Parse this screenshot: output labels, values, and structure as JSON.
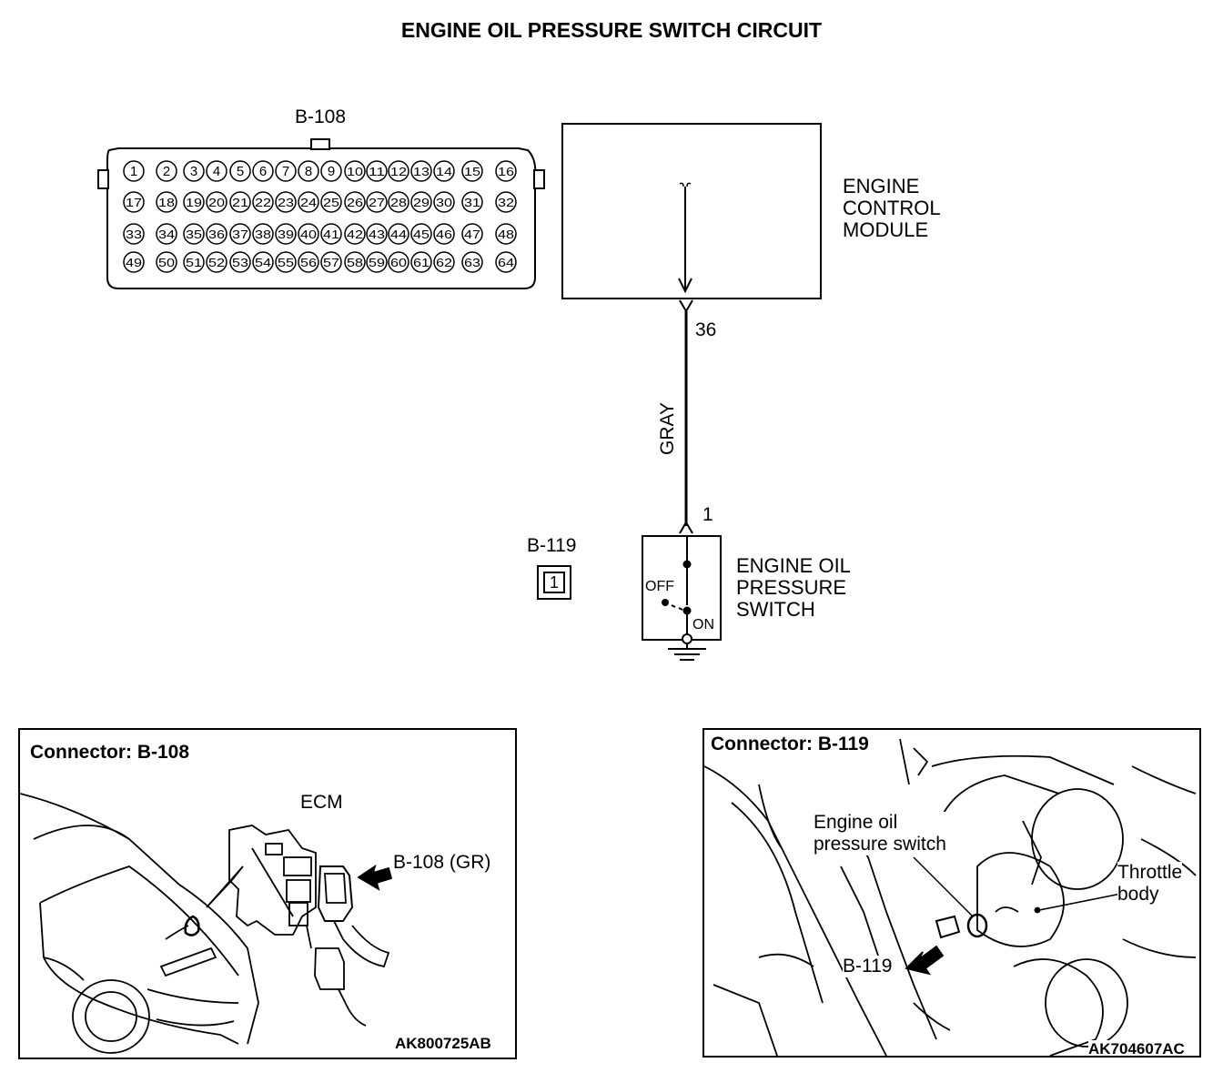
{
  "title": "ENGINE OIL PRESSURE SWITCH CIRCUIT",
  "connector_b108": {
    "label": "B-108",
    "pins": [
      "1",
      "2",
      "3",
      "4",
      "5",
      "6",
      "7",
      "8",
      "9",
      "10",
      "11",
      "12",
      "13",
      "14",
      "15",
      "16",
      "17",
      "18",
      "19",
      "20",
      "21",
      "22",
      "23",
      "24",
      "25",
      "26",
      "27",
      "28",
      "29",
      "30",
      "31",
      "32",
      "33",
      "34",
      "35",
      "36",
      "37",
      "38",
      "39",
      "40",
      "41",
      "42",
      "43",
      "44",
      "45",
      "46",
      "47",
      "48",
      "49",
      "50",
      "51",
      "52",
      "53",
      "54",
      "55",
      "56",
      "57",
      "58",
      "59",
      "60",
      "61",
      "62",
      "63",
      "64"
    ]
  },
  "ecm": {
    "line1": "ENGINE",
    "line2": "CONTROL",
    "line3": "MODULE",
    "terminal": "36"
  },
  "wire": {
    "color_label": "GRAY"
  },
  "connector_b119": {
    "label": "B-119",
    "pin": "1"
  },
  "switch": {
    "terminal": "1",
    "off_label": "OFF",
    "on_label": "ON",
    "line1": "ENGINE OIL",
    "line2": "PRESSURE",
    "line3": "SWITCH"
  },
  "panel_left": {
    "title": "Connector: B-108",
    "ecm_label": "ECM",
    "connector_label": "B-108 (GR)",
    "code": "AK800725AB"
  },
  "panel_right": {
    "title": "Connector: B-119",
    "switch_line1": "Engine oil",
    "switch_line2": "pressure switch",
    "throttle_line1": "Throttle",
    "throttle_line2": "body",
    "connector_label": "B-119",
    "code": "AK704607AC"
  }
}
